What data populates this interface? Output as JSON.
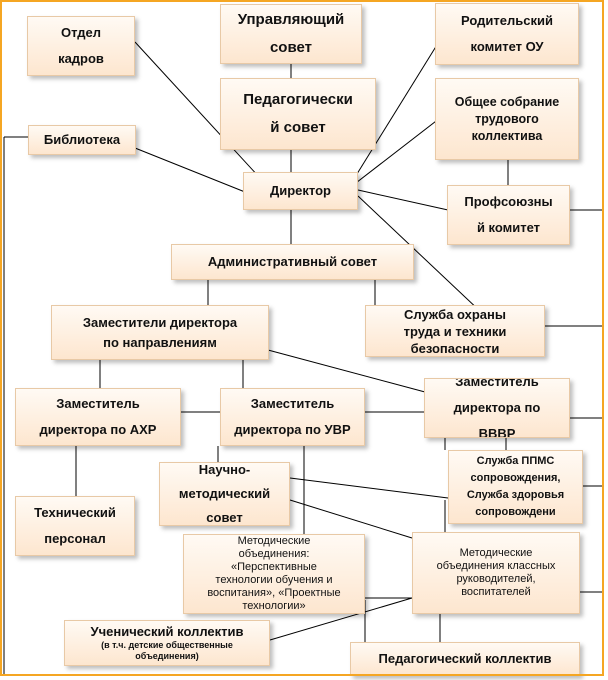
{
  "nodes": {
    "hr_dept": "Отдел\nкадров",
    "governing_council": "Управляющий\nсовет",
    "parent_committee": "Родительский\nкомитет ОУ",
    "pedagogical_council": "Педагогически\nй совет",
    "general_meeting": "Общее собрание\nтрудового\nколлектива",
    "library": "Библиотека",
    "director": "Директор",
    "trade_union": "Профсоюзны\nй комитет",
    "admin_council": "Административный совет",
    "deputy_directors": "Заместители директора\nпо направлениям",
    "safety_service": "Служба охраны\nтруда и техники\nбезопасности",
    "deputy_ahr": "Заместитель\nдиректора по АХР",
    "deputy_uvr": "Заместитель\nдиректора по УВР",
    "deputy_vvr": "Заместитель\nдиректора по\nВВВР",
    "technical_staff": "Технический\nперсонал",
    "scientific_council": "Научно-\nметодический\nсовет",
    "ppms_service": "Служба ППМС\nсопровождения,\nСлужба здоровья\nсопровождени",
    "method_assoc": "Методические\nобъединения:\n«Перспективные\nтехнологии обучения и\nвоспитания», «Проектные\nтехнологии»",
    "method_assoc_class": "Методические\nобъединения классных\nруководителей,\nвоспитателей",
    "student_collective": "Ученический коллектив",
    "student_collective_sub": "(в т.ч. детские общественные\nобъединения)",
    "teaching_staff": "Педагогический коллектив"
  }
}
